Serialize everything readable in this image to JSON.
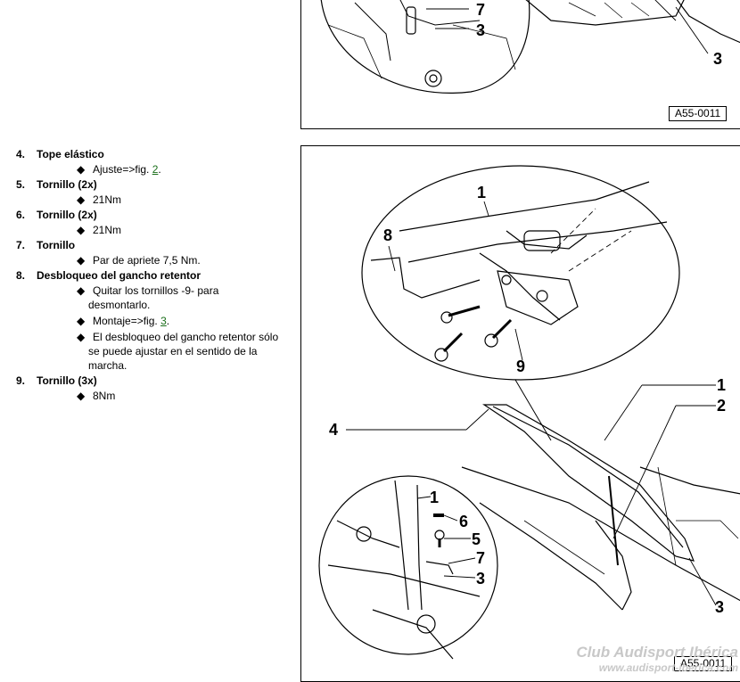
{
  "items": [
    {
      "num": "4.",
      "title": "Tope elástico",
      "subs": [
        {
          "prefix": "Ajuste=>fig. ",
          "link": "2",
          "suffix": "."
        }
      ]
    },
    {
      "num": "5.",
      "title": "Tornillo (2x)",
      "subs": [
        {
          "text": "21Nm"
        }
      ]
    },
    {
      "num": "6.",
      "title": "Tornillo (2x)",
      "subs": [
        {
          "text": "21Nm"
        }
      ]
    },
    {
      "num": "7.",
      "title": "Tornillo",
      "subs": [
        {
          "text": "Par de apriete 7,5 Nm."
        }
      ]
    },
    {
      "num": "8.",
      "title": "Desbloqueo del gancho retentor",
      "subs": [
        {
          "line1": "Quitar los tornillos -9- para",
          "line2": "desmontarlo."
        },
        {
          "prefix": "Montaje=>fig. ",
          "link": "3",
          "suffix": "."
        },
        {
          "line1": "El desbloqueo del gancho retentor sólo",
          "line2": "se puede ajustar en el sentido de la",
          "line3": "marcha."
        }
      ]
    },
    {
      "num": "9.",
      "title": "Tornillo (3x)",
      "subs": [
        {
          "text": "8Nm"
        }
      ]
    }
  ],
  "bullet_glyph": "◆",
  "figure1": {
    "ref": "A55-0011",
    "callouts": [
      "7",
      "3",
      "3"
    ]
  },
  "figure2": {
    "ref": "A55-0011",
    "callouts": [
      "1",
      "8",
      "9",
      "1",
      "2",
      "4",
      "1",
      "6",
      "5",
      "7",
      "3",
      "3"
    ]
  },
  "watermark": {
    "line1": "Club Audisport Ibérica",
    "line2": "www.audisport-iberica.com"
  }
}
